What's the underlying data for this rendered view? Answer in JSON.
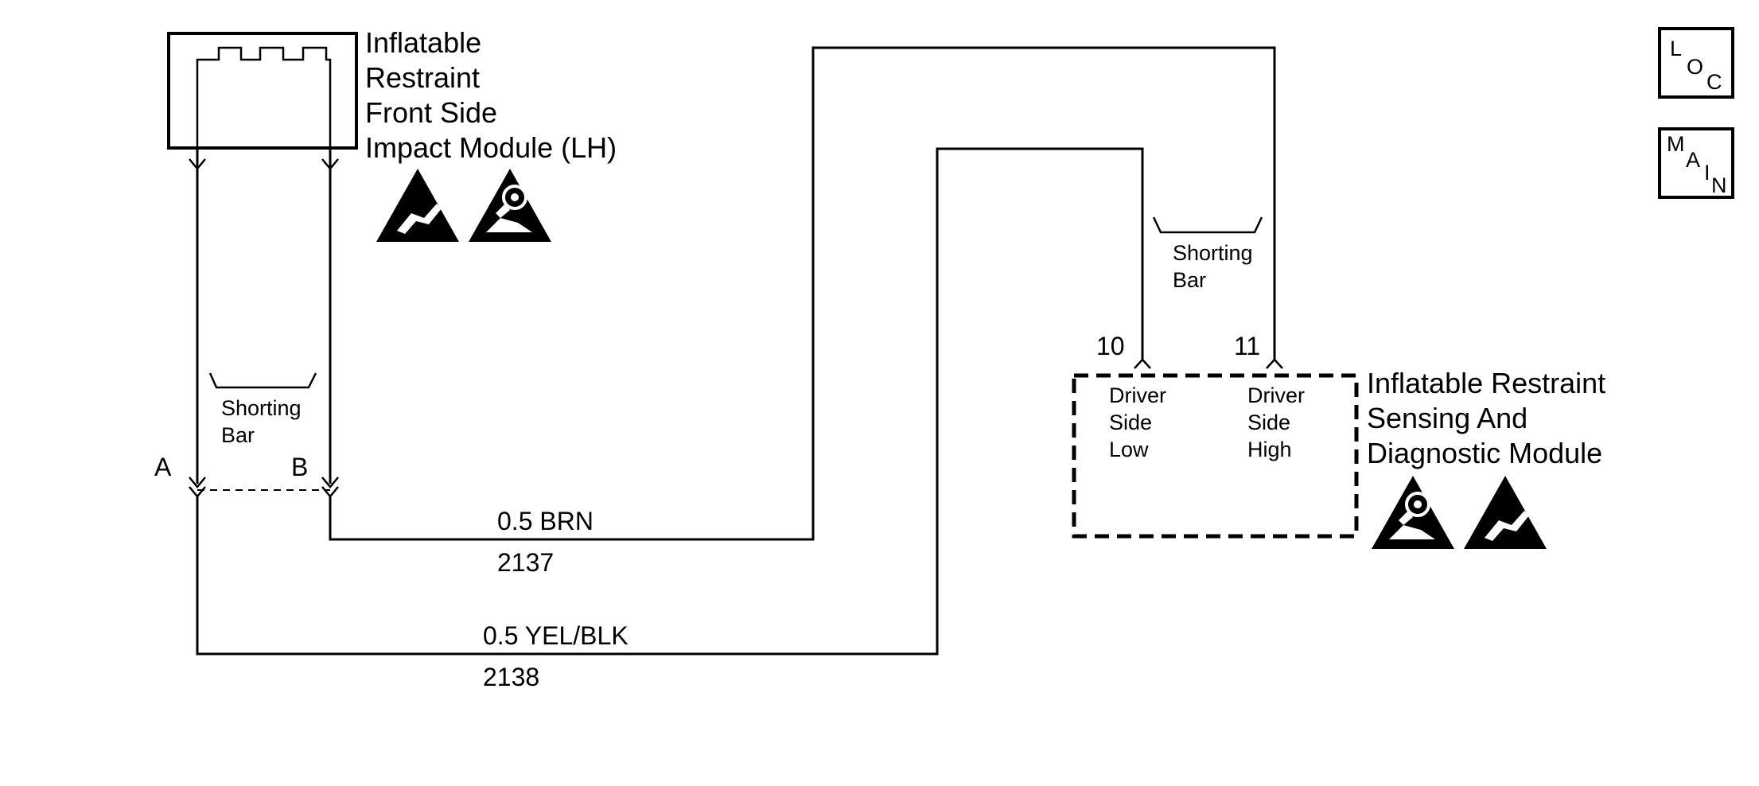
{
  "front_module": {
    "title_lines": [
      "Inflatable",
      "Restraint",
      "Front Side",
      "Impact Module (LH)"
    ],
    "pin_a": "A",
    "pin_b": "B",
    "shorting_bar": [
      "Shorting",
      "Bar"
    ]
  },
  "sdm": {
    "title_lines": [
      "Inflatable Restraint",
      "Sensing And",
      "Diagnostic Module"
    ],
    "pin_low": "10",
    "pin_high": "11",
    "pin_low_label": [
      "Driver",
      "Side",
      "Low"
    ],
    "pin_high_label": [
      "Driver",
      "Side",
      "High"
    ],
    "shorting_bar": [
      "Shorting",
      "Bar"
    ]
  },
  "wires": {
    "brn_color": "0.5 BRN",
    "brn_circuit": "2137",
    "yel_color": "0.5 YEL/BLK",
    "yel_circuit": "2138"
  },
  "badges": {
    "loc": [
      "L",
      "O",
      "C"
    ],
    "main": [
      "M",
      "A",
      "I",
      "N"
    ]
  },
  "icons": [
    "esd-warning-icon",
    "airbag-warning-icon"
  ]
}
